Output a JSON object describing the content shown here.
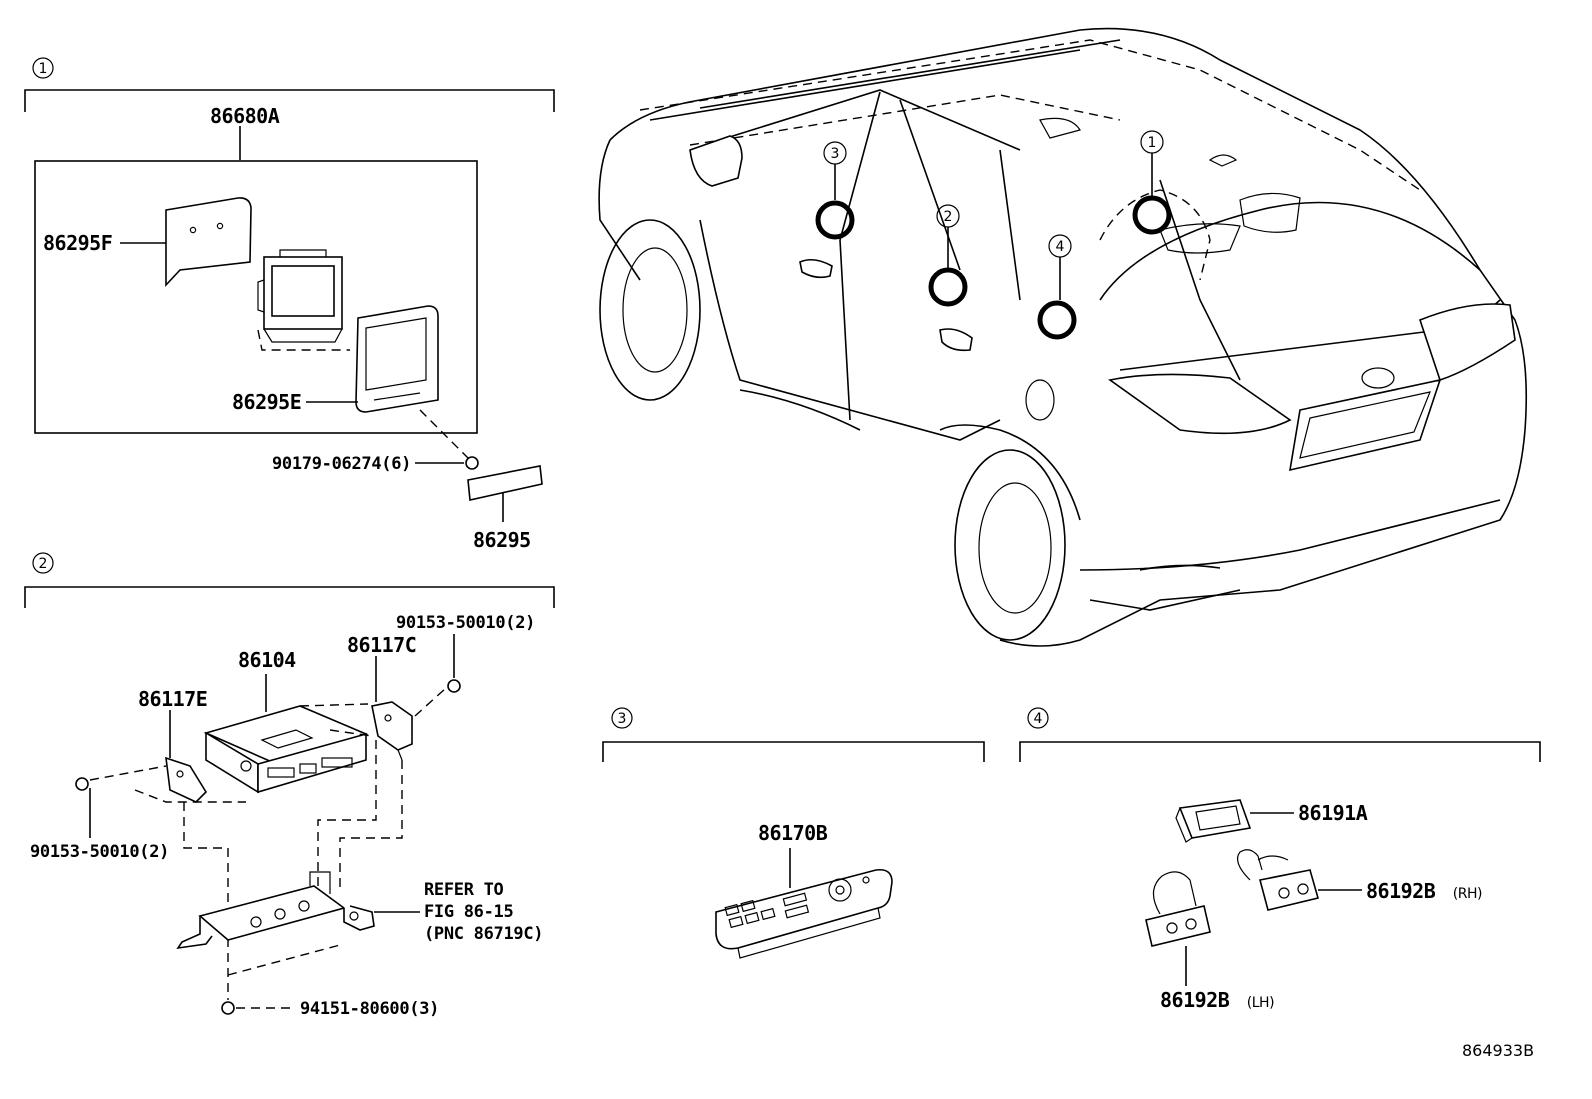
{
  "groups": [
    {
      "number": "1"
    },
    {
      "number": "2"
    },
    {
      "number": "3"
    },
    {
      "number": "4"
    }
  ],
  "vehicle_markers": [
    "3",
    "2",
    "4",
    "1"
  ],
  "parts": {
    "group1": {
      "assembly": "86680A",
      "p86295F": "86295F",
      "p86295E": "86295E",
      "p90179": "90179-06274(6)",
      "p86295": "86295"
    },
    "group2": {
      "p86104": "86104",
      "p86117C": "86117C",
      "p86117E": "86117E",
      "p90153_right": "90153-50010(2)",
      "p90153_left": "90153-50010(2)",
      "p94151": "94151-80600(3)",
      "refer_line1": "REFER TO",
      "refer_line2": "FIG 86-15",
      "refer_line3": "(PNC 86719C)"
    },
    "group3": {
      "p86170B": "86170B"
    },
    "group4": {
      "p86191A": "86191A",
      "p86192B_rh": "86192B",
      "rh_suffix": "(RH)",
      "p86192B_lh": "86192B",
      "lh_suffix": "(LH)"
    }
  },
  "diagram_id": "864933B"
}
